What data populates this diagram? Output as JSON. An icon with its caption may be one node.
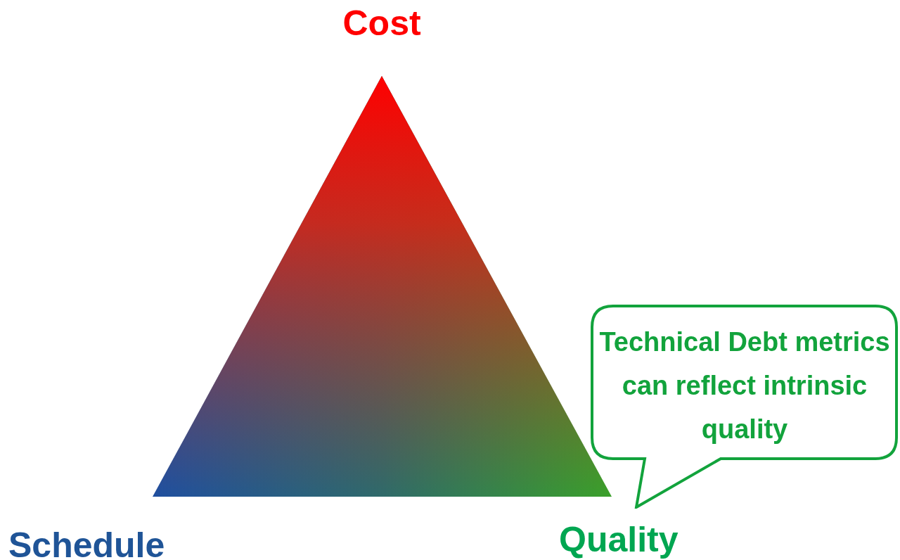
{
  "diagram": {
    "nodes": [
      {
        "text": [
          "Technical Debt metrics can reflect intrinsic quality"
        ]
      }
    ],
    "labels": [
      "Cost",
      "Schedule",
      "Quality"
    ]
  }
}
